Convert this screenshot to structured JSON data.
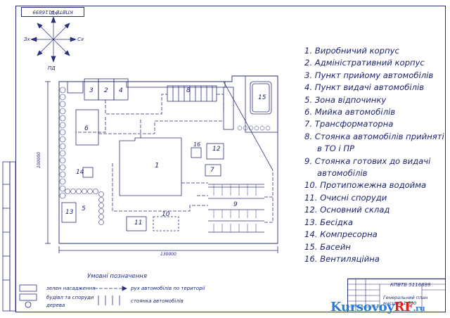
{
  "drawing": {
    "stamp_code": "КПВТБ 5116899",
    "compass": {
      "n": "Пн",
      "s": "ПД",
      "w": "Зх",
      "e": "Сх"
    },
    "dim_width": "130000",
    "dim_height": "100000"
  },
  "zones": [
    {
      "num": "1"
    },
    {
      "num": "2"
    },
    {
      "num": "3"
    },
    {
      "num": "4"
    },
    {
      "num": "5"
    },
    {
      "num": "6"
    },
    {
      "num": "7"
    },
    {
      "num": "8"
    },
    {
      "num": "9"
    },
    {
      "num": "10"
    },
    {
      "num": "11"
    },
    {
      "num": "12"
    },
    {
      "num": "13"
    },
    {
      "num": "14"
    },
    {
      "num": "15"
    },
    {
      "num": "16"
    }
  ],
  "legend_list": [
    "1. Виробничий корпус",
    "2. Адміністративний корпус",
    "3. Пункт прийому автомобілів",
    "4. Пункт видачі автомобілів",
    "5. Зона відпочинку",
    "6. Мийка автомобілів",
    "7. Трансформаторна",
    "8. Стоянка автомобілів прийняті",
    "в ТО і ПР",
    "9. Стоянка готових до видачі",
    "автомобілів",
    "10. Протипожежна водойма",
    "11. Очисні споруди",
    "12. Основний склад",
    "13. Бесідка",
    "14. Компресорна",
    "15. Басейн",
    "16. Вентиляційна"
  ],
  "symbols": {
    "title": "Умовні позначення",
    "green": "зелен насадження",
    "buildings": "будівл та споруди",
    "trees": "дерева",
    "traffic": "рух автомобілів по території",
    "parking": "стоянка автомобілів"
  },
  "title_block": {
    "code": "КПВТБ 5116899",
    "name": "Генеральний план масшаб 1:500"
  },
  "watermark": {
    "main": "KursovoyRF",
    "rf": "RF",
    "ru": ".ru"
  }
}
